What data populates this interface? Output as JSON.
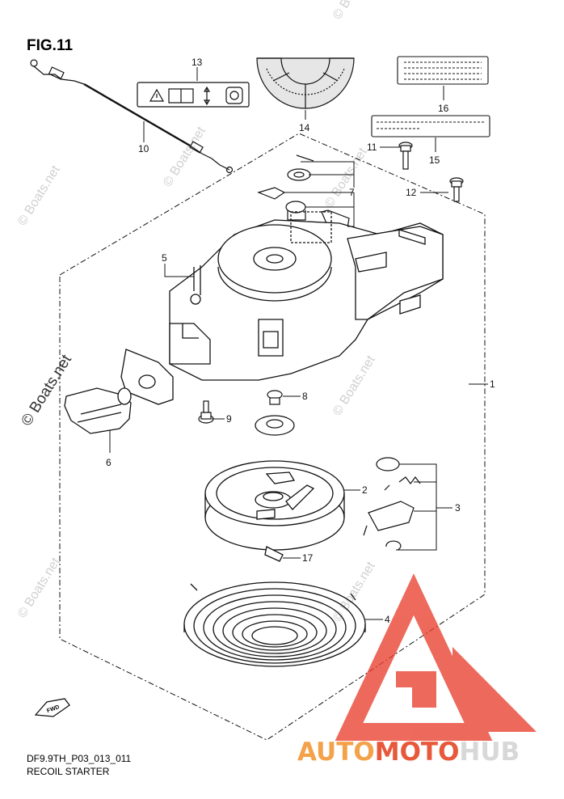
{
  "figure_title": "FIG.11",
  "watermark_text": "© Boats.net",
  "diagram_code": "DF9.9TH_P03_013_011",
  "diagram_name": "RECOIL STARTER",
  "fwd_label": "FWD",
  "brand": {
    "part1": "AUTO",
    "part2": "MOTO",
    "part3": "HUB",
    "color1": "#f4a24a",
    "color2": "#e8583a",
    "color3": "#d8d8d8"
  },
  "callouts": [
    "1",
    "2",
    "3",
    "4",
    "5",
    "6",
    "7",
    "8",
    "9",
    "10",
    "11",
    "12",
    "13",
    "14",
    "15",
    "16",
    "17"
  ],
  "colors": {
    "line": "#111111",
    "logo_red": "#e8402f"
  }
}
